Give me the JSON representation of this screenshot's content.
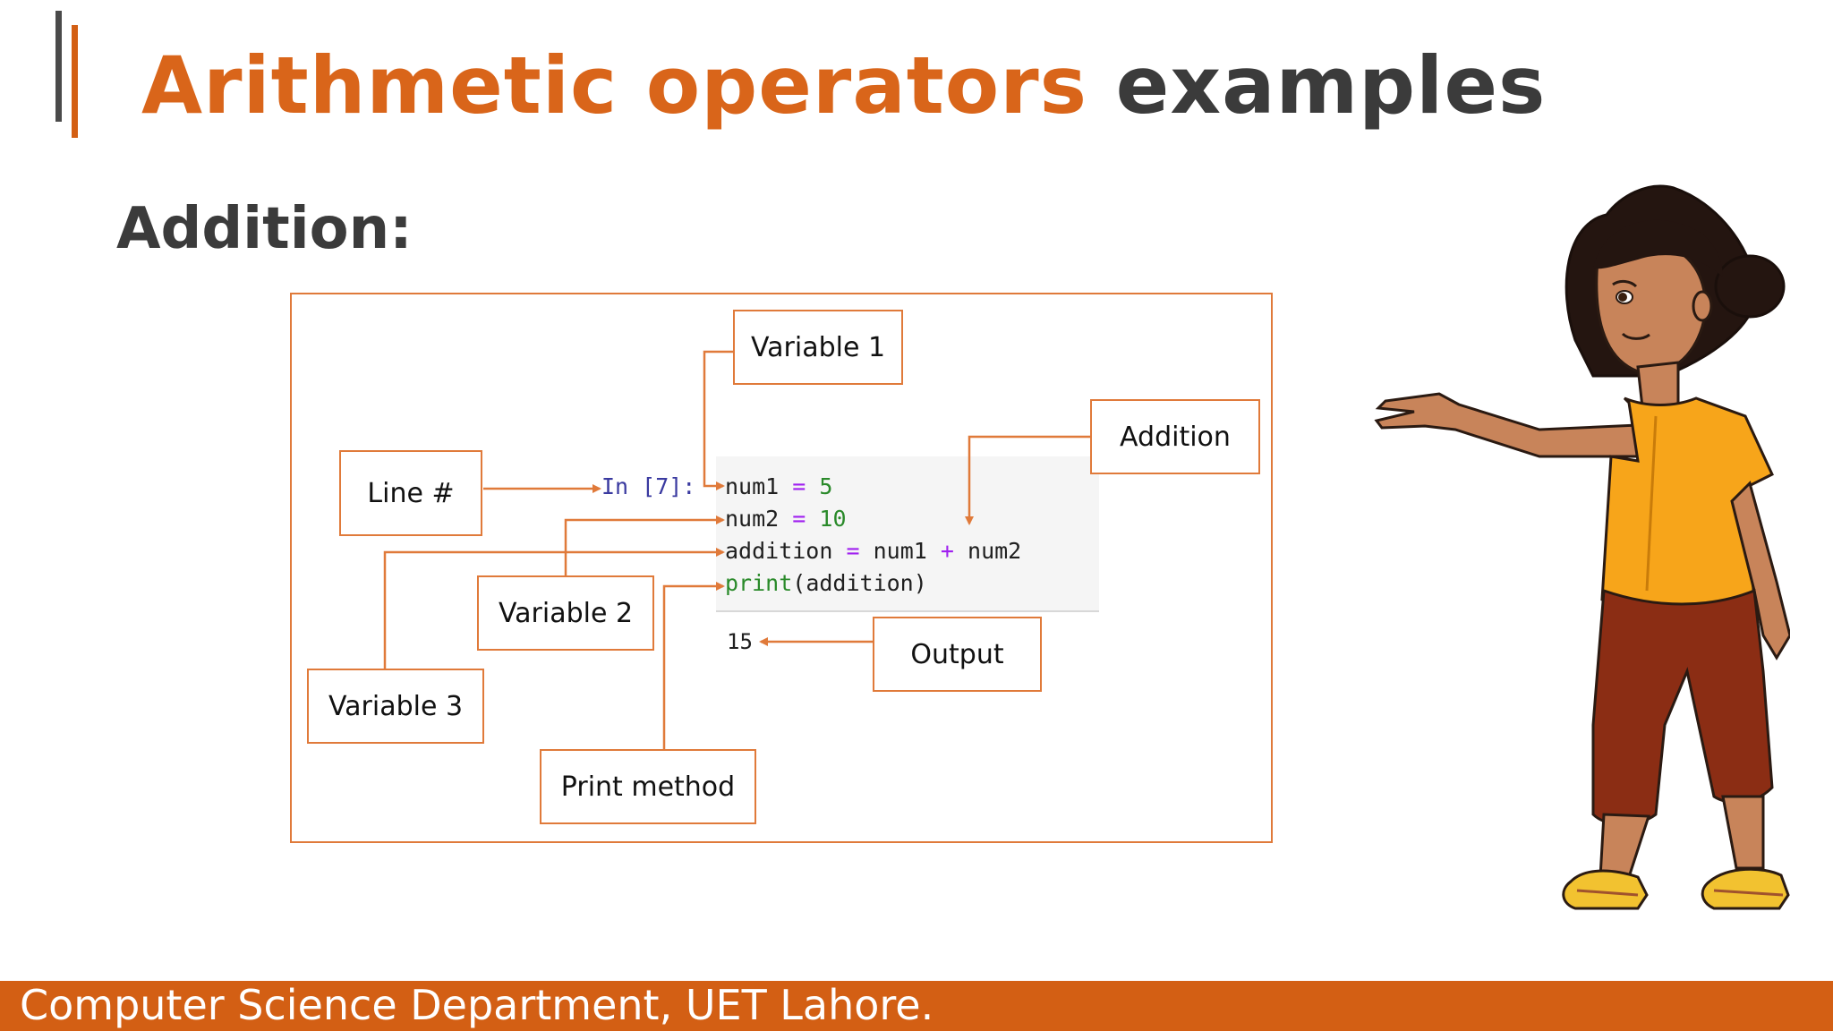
{
  "slide": {
    "title_accent": "Arithmetic operators",
    "title_rest": "examples",
    "subtitle": "Addition:",
    "footer": "Computer Science Department, UET Lahore."
  },
  "code": {
    "prompt": "In [7]:",
    "line1": {
      "var": "num1",
      "op": "=",
      "val": "5"
    },
    "line2": {
      "var": "num2",
      "op": "=",
      "val": "10"
    },
    "line3": {
      "var": "addition",
      "op": "=",
      "a": "num1",
      "plus": "+",
      "b": "num2"
    },
    "line4": {
      "fn": "print",
      "args": "(addition)"
    },
    "output": "15"
  },
  "labels": {
    "variable1": "Variable 1",
    "addition": "Addition",
    "line_no": "Line #",
    "variable2": "Variable 2",
    "variable3": "Variable 3",
    "output": "Output",
    "print_method": "Print method"
  },
  "colors": {
    "accent": "#d35f14",
    "connector": "#e07a3a",
    "title_dark": "#3b3b3b",
    "character_shirt": "#f7a51a",
    "character_pants": "#8b2d14"
  }
}
